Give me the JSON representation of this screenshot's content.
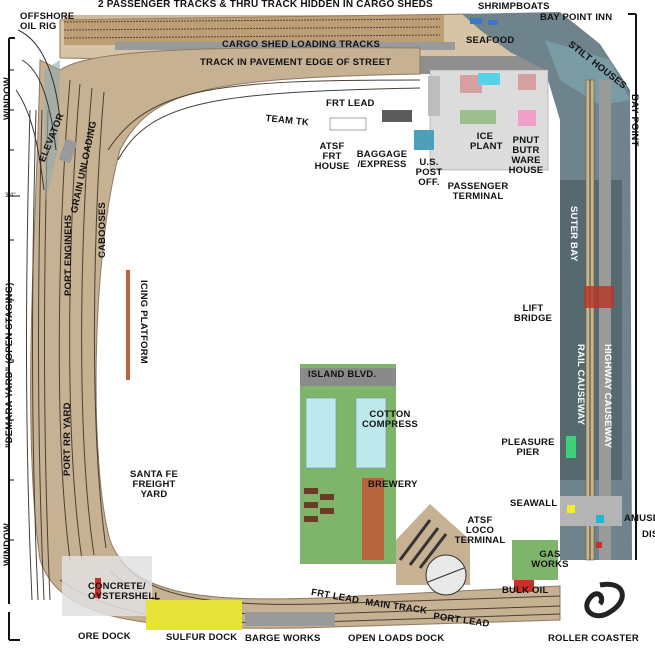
{
  "layout_title": "2 PASSENGER TRACKS & THRU TRACK HIDDEN IN CARGO SHEDS",
  "labels": {
    "offshore_oil_rig": "OFFSHORE\nOIL RIG",
    "shrimpboats": "SHRIMPBOATS",
    "bay_point_inn": "BAY POINT INN",
    "seafood": "SEAFOOD",
    "stilt_houses": "STILT HOUSES",
    "bay_point": "BAY POINT",
    "cargo_shed_loading_tracks": "CARGO SHED LOADING TRACKS",
    "track_in_pavement": "TRACK IN PAVEMENT EDGE OF STREET",
    "frt_lead_top": "FRT LEAD",
    "team_tk": "TEAM TK",
    "atsf_frt_house": "ATSF\nFRT\nHOUSE",
    "baggage_express": "BAGGAGE\n/EXPRESS",
    "us_post_off": "U.S.\nPOST\nOFF.",
    "passenger_terminal": "PASSENGER\nTERMINAL",
    "ice_plant": "ICE\nPLANT",
    "pnut_butr_ware_house": "PNUT\nBUTR\nWARE\nHOUSE",
    "elevator": "ELEVATOR",
    "grain_unloading": "GRAIN UNLOADING",
    "port_enginehs": "PORT ENGINEHS",
    "cabooses": "CABOOSES",
    "icing_platform": "ICING PLATFORM",
    "suter_bay": "SUTER BAY",
    "lift_bridge": "LIFT\nBRIDGE",
    "rail_causeway": "RAIL CAUSEWAY",
    "highway_causeway": "HIGHWAY CAUSEWAY",
    "window_top": "WINDOW",
    "window_bottom": "WINDOW",
    "demara_yard": "\"DEMARA YARD\" (OPEN STAGING)",
    "port_rr_yard": "PORT RR YARD",
    "dimension": "3'4\"",
    "island_blvd": "ISLAND BLVD.",
    "cotton_compress": "COTTON\nCOMPRESS",
    "pleasure_pier": "PLEASURE\nPIER",
    "santa_fe_freight_yard": "SANTA FE\nFREIGHT\nYARD",
    "brewery": "BREWERY",
    "seawall": "SEAWALL",
    "amusement": "AMUSEMENT",
    "district": "DISTRICT",
    "atsf_loco_terminal": "ATSF\nLOCO\nTERMINAL",
    "gas_works": "GAS\nWORKS",
    "bulk_oil": "BULK OIL",
    "concrete_oystershell": "CONCRETE/\nOYSTERSHELL",
    "frt_lead_bottom": "FRT LEAD",
    "main_track": "MAIN TRACK",
    "port_lead": "PORT LEAD",
    "ore_dock": "ORE DOCK",
    "sulfur_dock": "SULFUR DOCK",
    "barge_works": "BARGE WORKS",
    "open_loads_dock": "OPEN LOADS DOCK",
    "roller_coaster": "ROLLER COASTER"
  },
  "colors": {
    "roadbed": "#c7b193",
    "roadbed_edge": "#8d7a62",
    "track": "#4a3f34",
    "street": "#8a8a8a",
    "water": "#556a73",
    "grass": "#7fb56a",
    "cotton": "#bde8ec",
    "brewery": "#b7653e",
    "sulfur": "#e8e338",
    "pier": "#3fd17a",
    "red_building": "#c8312a",
    "wall": "#111111"
  }
}
